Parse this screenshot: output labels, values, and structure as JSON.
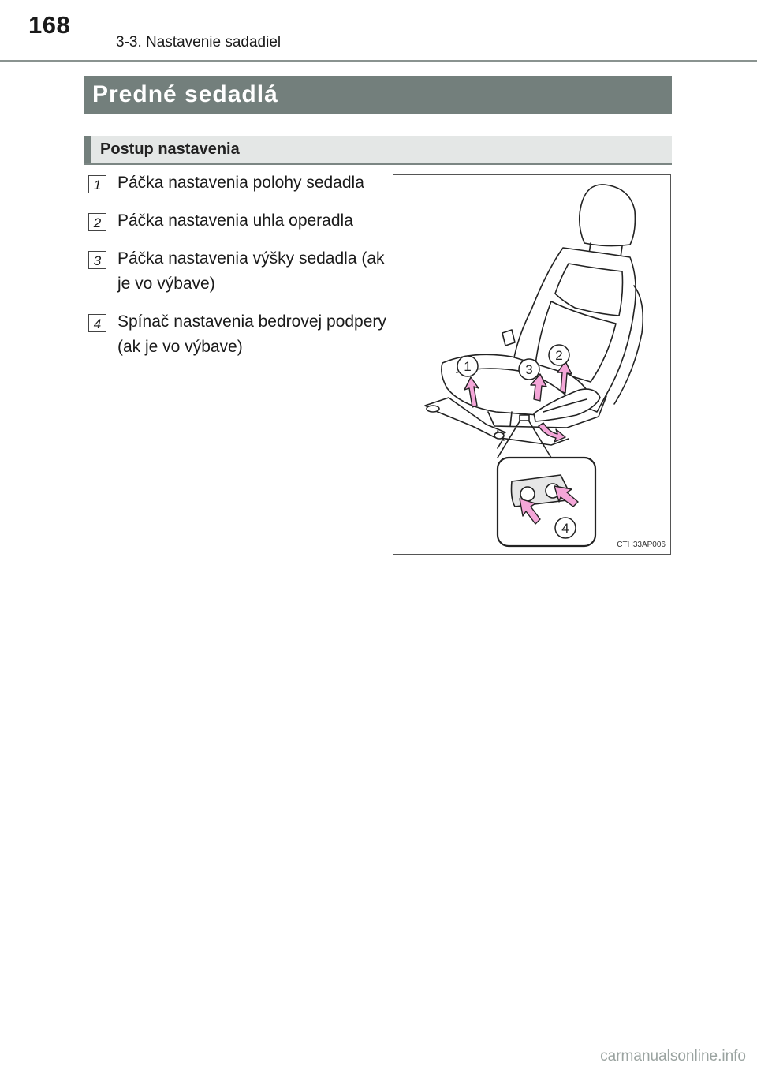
{
  "header": {
    "page_number": "168",
    "section": "3-3. Nastavenie sadadiel"
  },
  "title": "Predné sedadlá",
  "subtitle": "Postup nastavenia",
  "items": [
    {
      "number": "1",
      "text": "Páčka nastavenia polohy sedadla"
    },
    {
      "number": "2",
      "text": "Páčka nastavenia uhla operadla"
    },
    {
      "number": "3",
      "text": "Páčka nastavenia výšky sedadla (ak je vo výbave)"
    },
    {
      "number": "4",
      "text": "Spínač nastavenia bedrovej podpery (ak je vo výbave)"
    }
  ],
  "figure": {
    "code": "CTH33AP006",
    "callouts": [
      "1",
      "2",
      "3",
      "4"
    ],
    "arrow_color": "#f4a6d8"
  },
  "footer": {
    "watermark": "carmanualsonline.info"
  }
}
